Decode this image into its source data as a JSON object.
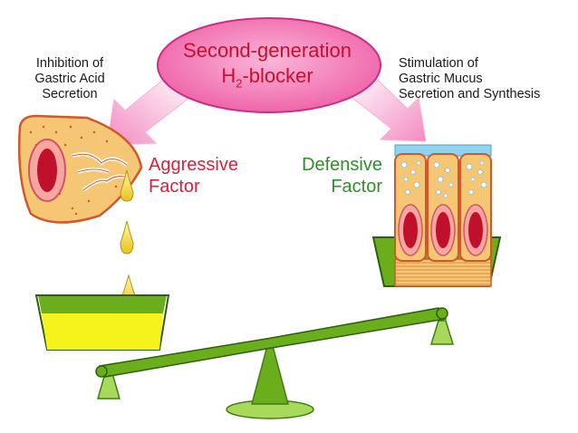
{
  "title": {
    "line1": "Second-generation",
    "line2_prefix": "H",
    "line2_sub": "2",
    "line2_suffix": "-blocker"
  },
  "left_label": [
    "Inhibition of",
    "Gastric Acid",
    "Secretion"
  ],
  "right_label": [
    "Stimulation of",
    "Gastric Mucus",
    "Secretion and Synthesis"
  ],
  "aggressive": [
    "Aggressive",
    "Factor"
  ],
  "defensive": [
    "Defensive",
    "Factor"
  ],
  "colors": {
    "title_text": "#c8102e",
    "title_ellipse": "#f36bb0",
    "aggressive_text": "#d8213f",
    "defensive_text": "#2f8f2a",
    "scale_green": "#6aae1c",
    "acid_yellow": "#f6f21c",
    "arrow_pink": "#f8a6cf",
    "cell_orange": "#f5c774",
    "nucleus_red": "#c1102c",
    "mucus_blue": "#8fd3f0"
  },
  "icons": [
    "pink-arrow-icon",
    "parietal-cell-icon",
    "acid-drop-icon",
    "mucous-cells-icon",
    "balance-scale-icon"
  ]
}
